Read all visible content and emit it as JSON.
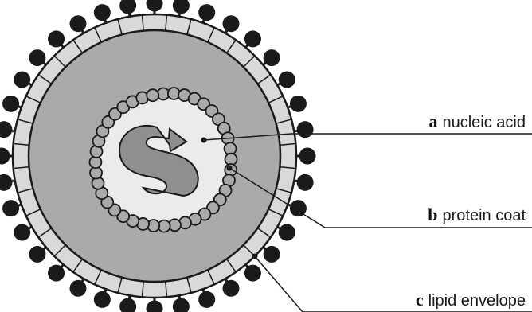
{
  "colors": {
    "outline": "#1a1a1a",
    "spike": "#1a1a1a",
    "envelope": "#d9d9d9",
    "interior": "#aaaaaa",
    "inner_space": "#ebebeb",
    "capsomere": "#aaaaaa",
    "nucleic_acid": "#8f8f8f"
  },
  "labels": [
    {
      "letter": "a",
      "text": "nucleic acid"
    },
    {
      "letter": "b",
      "text": "protein coat"
    },
    {
      "letter": "c",
      "text": "lipid envelope"
    }
  ]
}
